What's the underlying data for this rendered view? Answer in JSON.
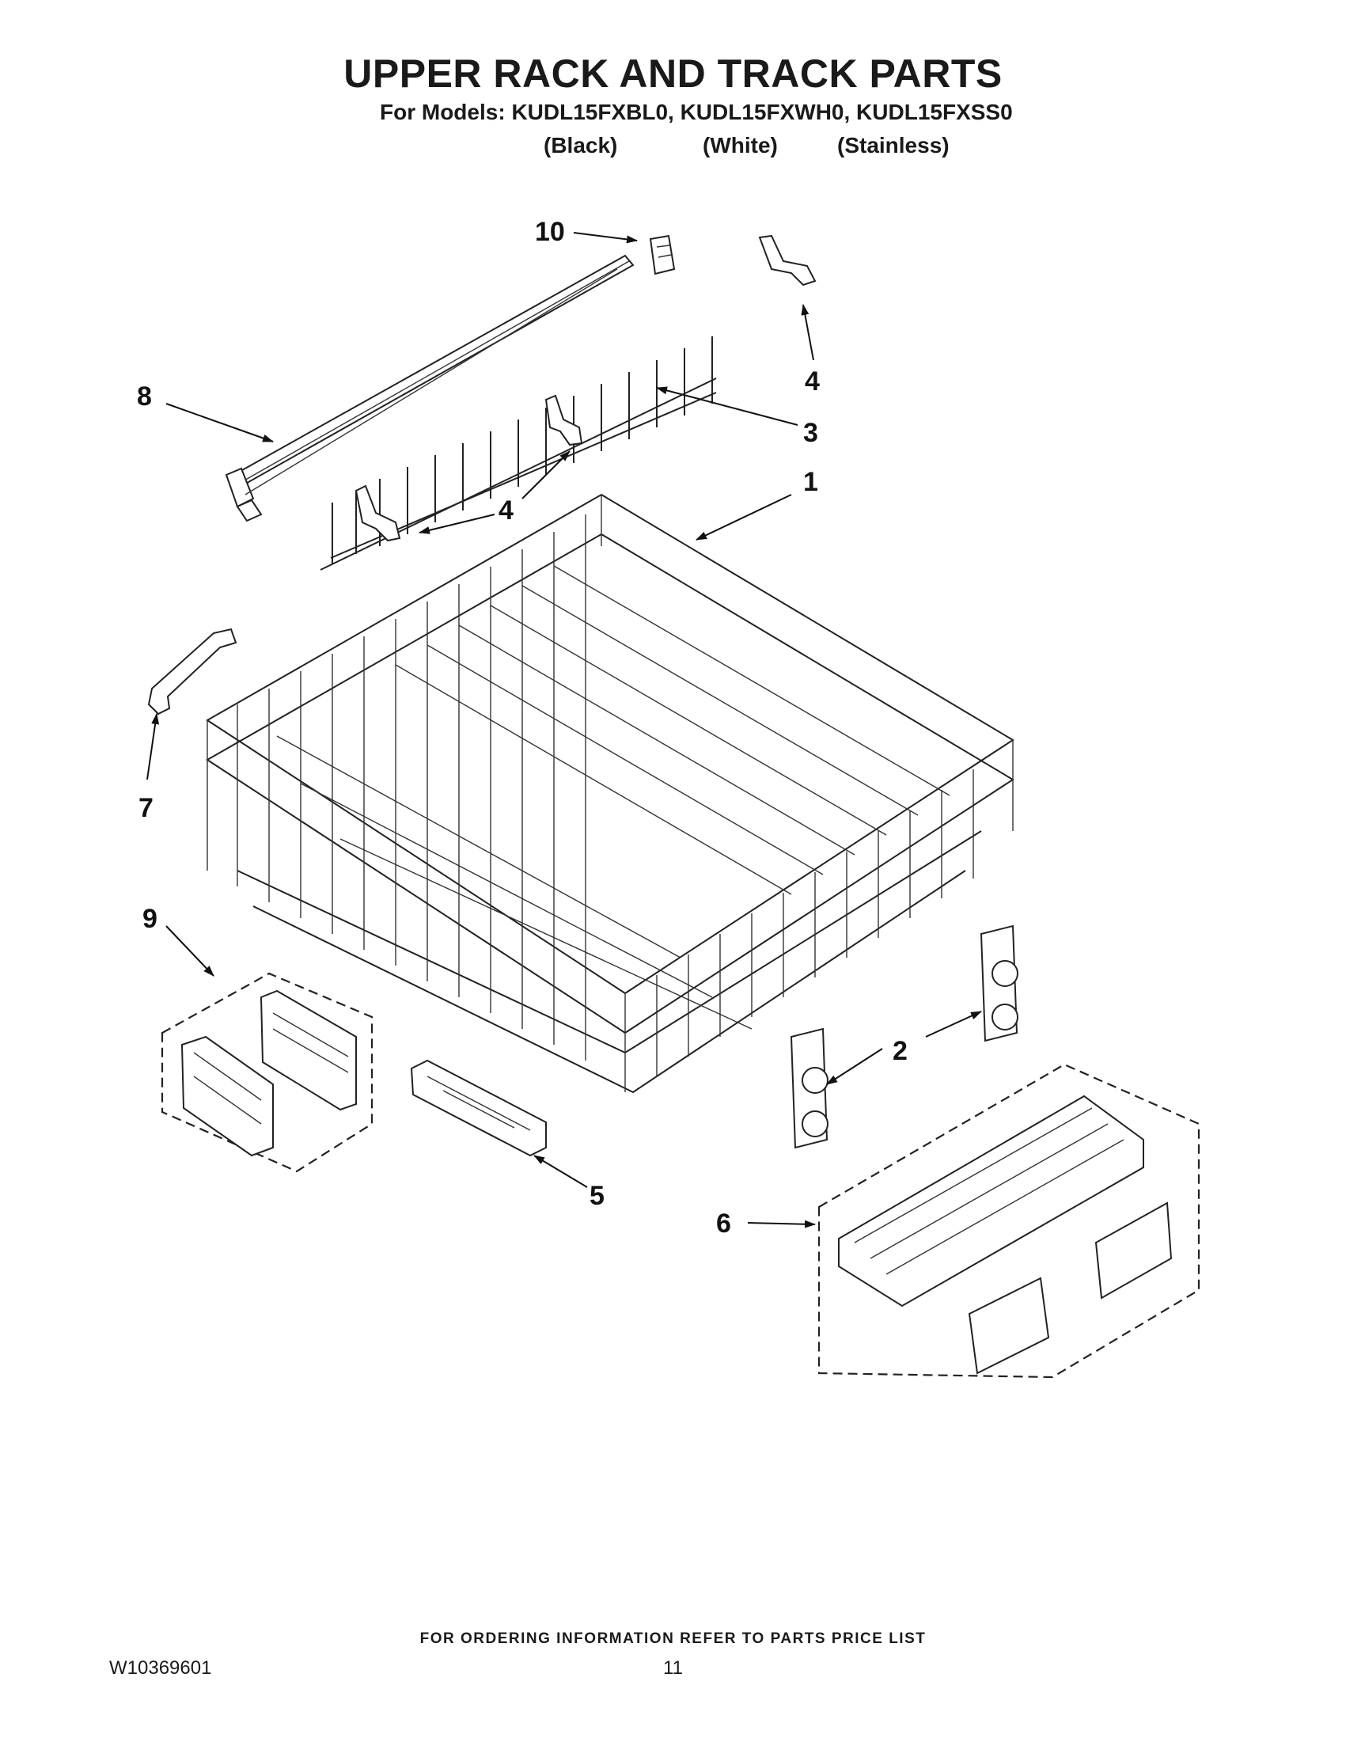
{
  "header": {
    "title": "UPPER RACK AND TRACK PARTS",
    "models_line": "For Models: KUDL15FXBL0, KUDL15FXWH0, KUDL15FXSS0",
    "colors": [
      "(Black)",
      "(White)",
      "(Stainless)"
    ]
  },
  "callouts": {
    "c1": "1",
    "c2": "2",
    "c3": "3",
    "c4a": "4",
    "c4b": "4",
    "c5": "5",
    "c6": "6",
    "c7": "7",
    "c8": "8",
    "c9": "9",
    "c10": "10"
  },
  "footer": {
    "ordering_note": "FOR ORDERING INFORMATION REFER TO PARTS PRICE LIST",
    "document_number": "W10369601",
    "page_number": "11"
  }
}
